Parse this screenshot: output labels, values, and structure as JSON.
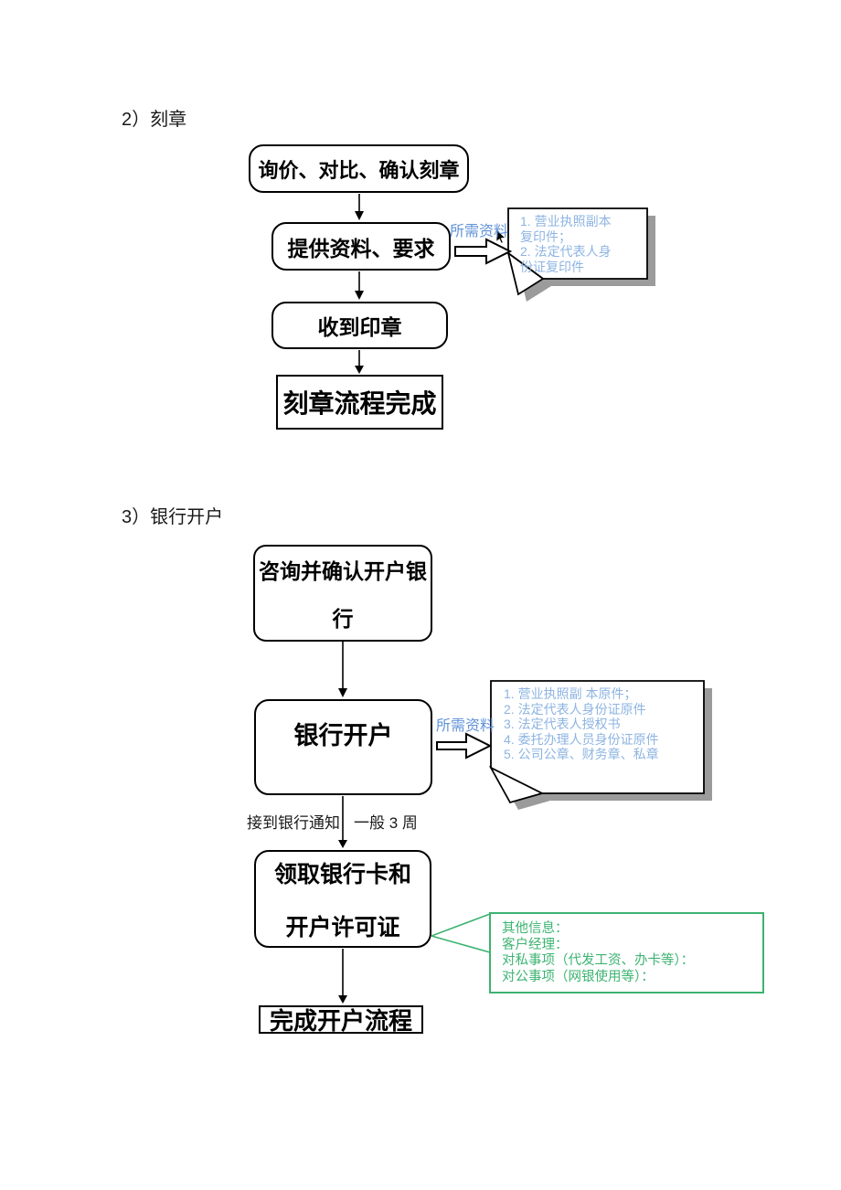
{
  "colors": {
    "ink": "#000000",
    "blue_label": "#6193d8",
    "blue_note": "#8db4e2",
    "green": "#3cb371",
    "shadow": "#9b9b9b"
  },
  "icons": {
    "materials_arrow": "block-arrow-right",
    "cursor": "mouse-pointer",
    "note_shape": "folded-corner-note"
  },
  "seal": {
    "title": "2）刻章",
    "steps": [
      "询价、对比、确认刻章",
      "提供资料、要求",
      "收到印章",
      "刻章流程完成"
    ],
    "materials_label": "所需资料",
    "note_lines": [
      "1. 营业执照副本",
      "复印件；",
      "2. 法定代表人身",
      "份证复印件"
    ]
  },
  "bank": {
    "title": "3）银行开户",
    "steps": [
      [
        "咨询并确认开户银",
        "行"
      ],
      "银行开户",
      [
        "领取银行卡和",
        "开户许可证"
      ],
      "完成开户流程"
    ],
    "materials_label": "所需资料",
    "note_lines": [
      "1. 营业执照副 本原件；",
      "2. 法定代表人身份证原件",
      "3. 法定代表人授权书",
      "4. 委托办理人员身份证原件",
      "5. 公司公章、财务章、私章"
    ],
    "wait_label_left": "接到银行通知",
    "wait_label_right": "一般 3 周",
    "other_info_lines": [
      "其他信息：",
      "客户经理：",
      "对私事项（代发工资、办卡等）：",
      "对公事项（网银使用等）："
    ]
  }
}
